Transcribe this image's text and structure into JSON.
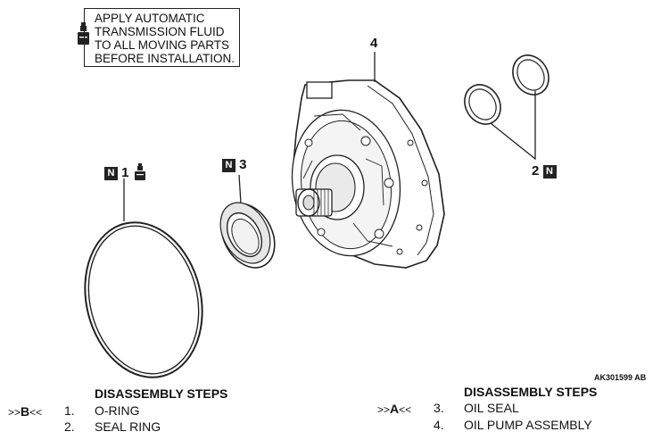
{
  "note": {
    "lines": [
      "APPLY AUTOMATIC",
      "TRANSMISSION FLUID",
      "TO ALL MOVING PARTS",
      "BEFORE INSTALLATION."
    ],
    "icon": "fluid-bottle-icon"
  },
  "callouts": {
    "part1": "1",
    "part2": "2",
    "part3": "3",
    "part4": "4",
    "new_part_mark": "N"
  },
  "figure_code": "AK301599 AB",
  "steps_left": {
    "title": "DISASSEMBLY STEPS",
    "ref_prefix": ">>",
    "ref_letter": "B",
    "ref_suffix": "<<",
    "items": [
      {
        "num": "1.",
        "text": "O-RING"
      },
      {
        "num": "2.",
        "text": "SEAL RING"
      }
    ]
  },
  "steps_right": {
    "title": "DISASSEMBLY STEPS",
    "ref_prefix": ">>",
    "ref_letter": "A",
    "ref_suffix": "<<",
    "items": [
      {
        "num": "3.",
        "text": "OIL SEAL"
      },
      {
        "num": "4.",
        "text": "OIL PUMP ASSEMBLY"
      }
    ]
  }
}
